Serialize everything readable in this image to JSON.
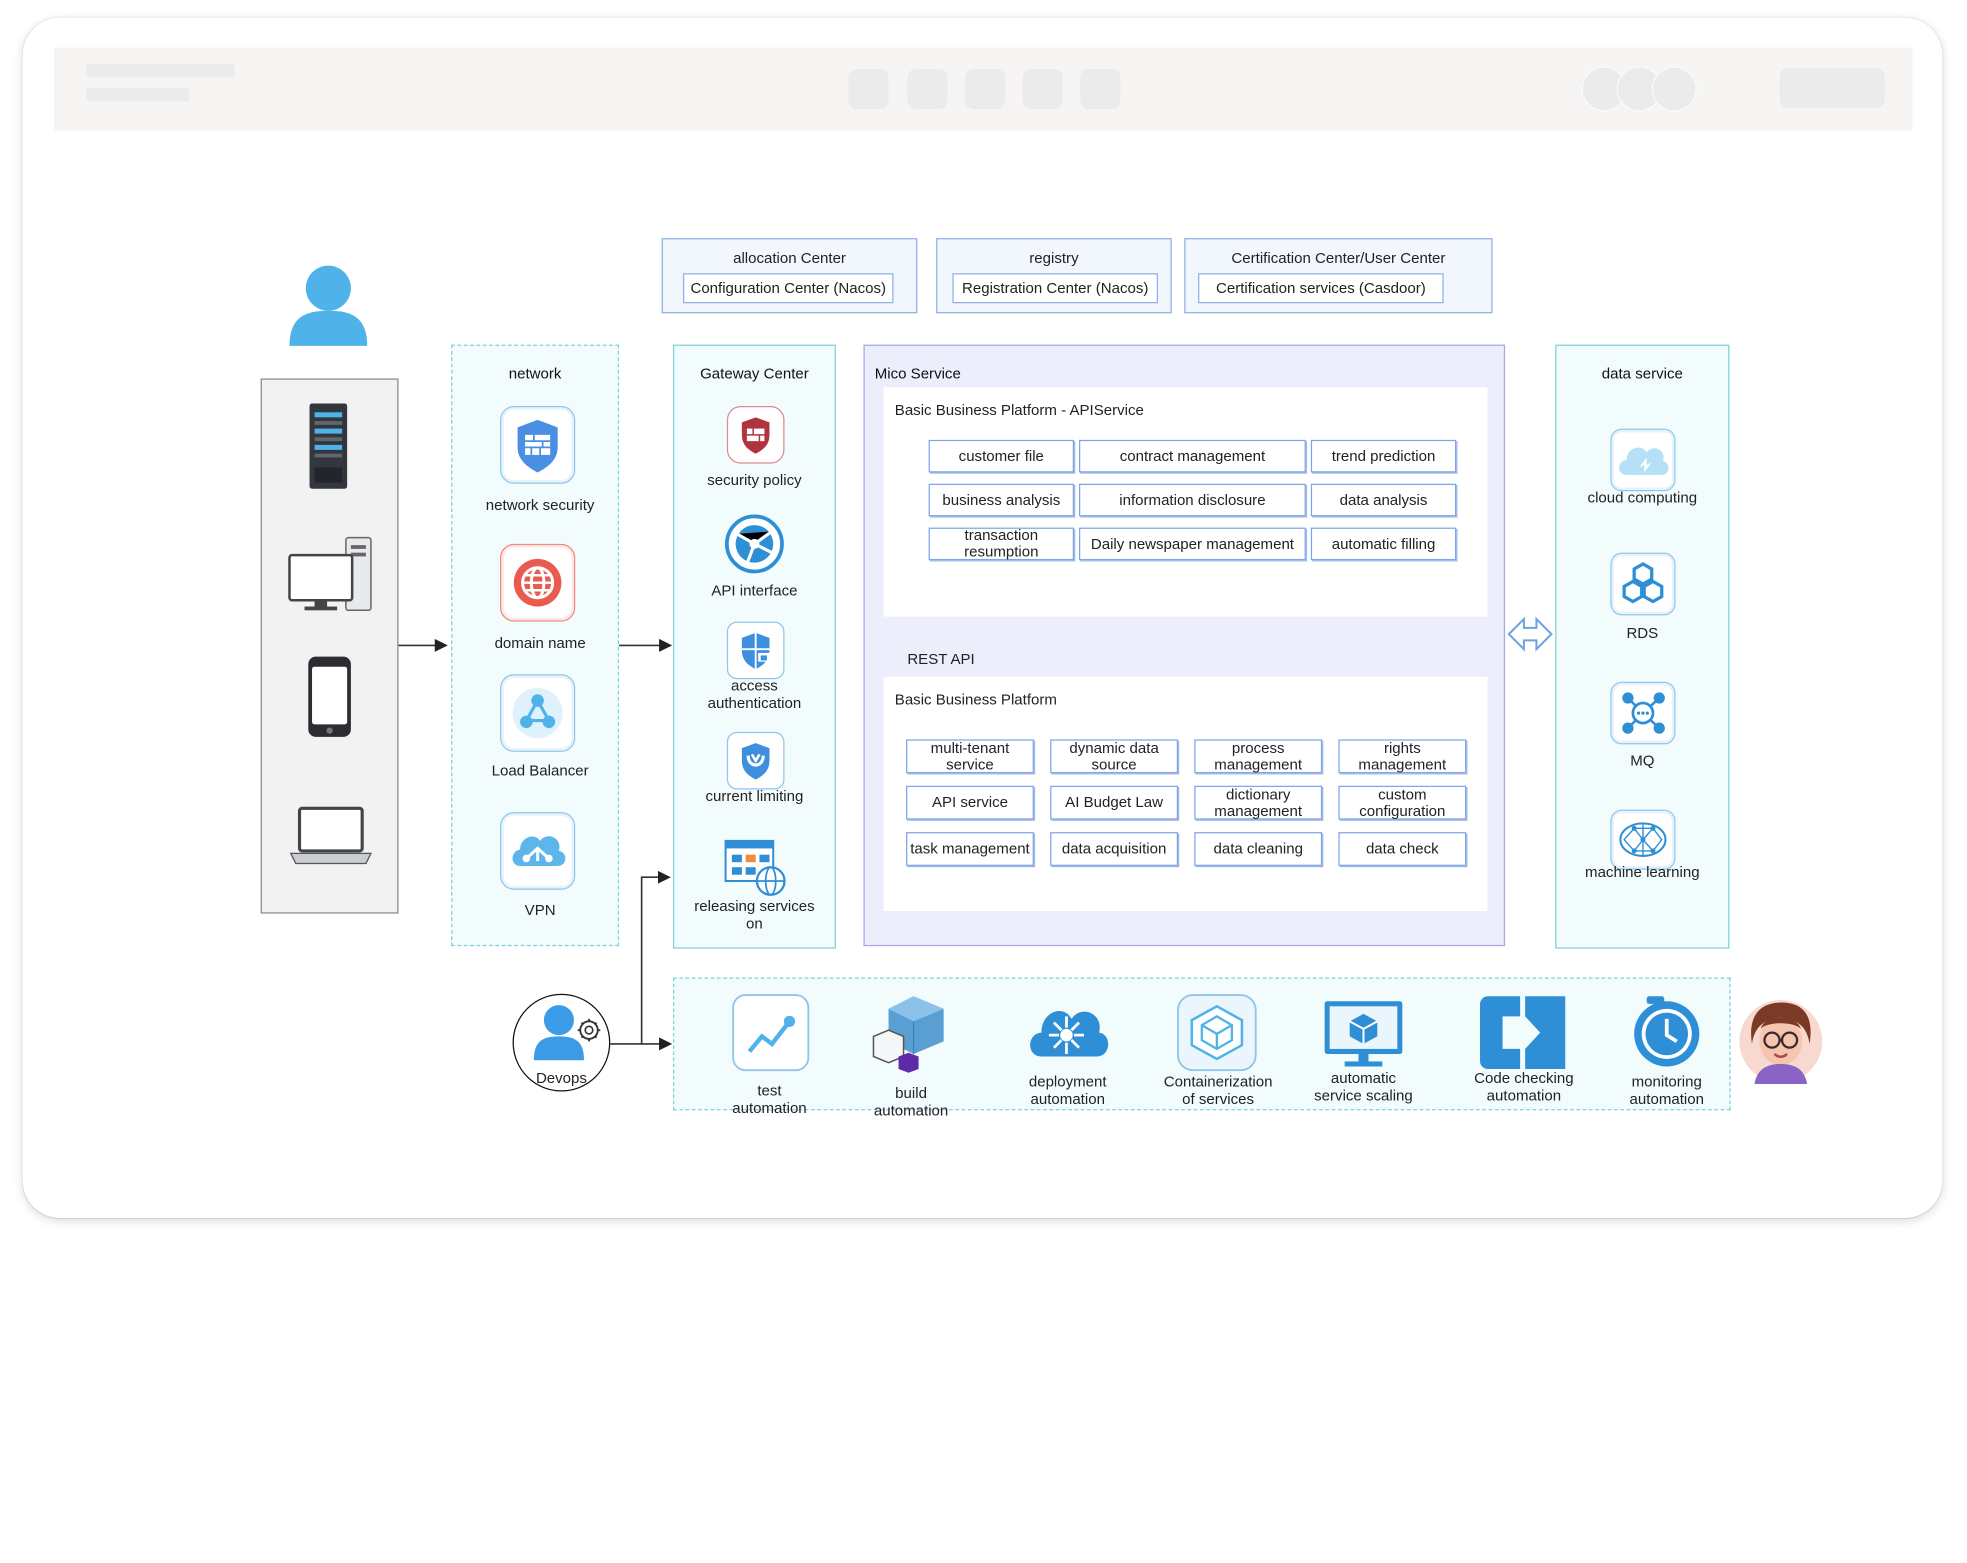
{
  "config_center": {
    "title": "allocation Center",
    "item": "Configuration Center (Nacos)"
  },
  "registry": {
    "title": "registry",
    "item": "Registration Center (Nacos)"
  },
  "cert_center": {
    "title": "Certification Center/User Center",
    "item": "Certification services (Casdoor)"
  },
  "network": {
    "title": "network",
    "items": [
      {
        "label": "network security",
        "icon": "shield-firewall-icon"
      },
      {
        "label": "domain name",
        "icon": "globe-icon"
      },
      {
        "label": "Load Balancer",
        "icon": "load-balancer-icon"
      },
      {
        "label": "VPN",
        "icon": "vpn-cloud-icon"
      }
    ]
  },
  "gateway": {
    "title": "Gateway Center",
    "items": [
      {
        "label": "security policy",
        "icon": "security-policy-icon"
      },
      {
        "label": "API interface",
        "icon": "api-network-icon"
      },
      {
        "label": "access authentication",
        "icon": "auth-shield-icon"
      },
      {
        "label": "current limiting",
        "icon": "rate-limit-icon"
      },
      {
        "label": "releasing services on",
        "icon": "release-services-icon"
      }
    ]
  },
  "mico": {
    "title": "Mico Service",
    "api_platform": {
      "title": "Basic Business Platform - APIService",
      "items": [
        "customer file",
        "contract management",
        "trend prediction",
        "business analysis",
        "information disclosure",
        "data analysis",
        "transaction resumption",
        "Daily newspaper management",
        "automatic filling"
      ]
    },
    "rest_label": "REST API",
    "basic_platform": {
      "title": "Basic Business Platform",
      "items": [
        "multi-tenant service",
        "dynamic data source",
        "process management",
        "rights management",
        "API service",
        "AI Budget Law",
        "dictionary management",
        "custom configuration",
        "task management",
        "data acquisition",
        "data cleaning",
        "data check"
      ]
    }
  },
  "data_service": {
    "title": "data service",
    "items": [
      {
        "label": "cloud computing",
        "icon": "cloud-icon"
      },
      {
        "label": "RDS",
        "icon": "rds-hexagon-icon"
      },
      {
        "label": "MQ",
        "icon": "mq-icon"
      },
      {
        "label": "machine learning",
        "icon": "machine-learning-icon"
      }
    ]
  },
  "devops": {
    "label": "Devops",
    "items": [
      {
        "label": "test automation",
        "icon": "chart-line-icon"
      },
      {
        "label": "build automation",
        "icon": "cubes-icon"
      },
      {
        "label": "deployment automation",
        "icon": "deploy-cloud-icon"
      },
      {
        "label": "Containerization of services",
        "icon": "container-icon"
      },
      {
        "label": "automatic service scaling",
        "icon": "monitor-cube-icon"
      },
      {
        "label": "Code checking automation",
        "icon": "code-check-icon"
      },
      {
        "label": "monitoring automation",
        "icon": "clock-monitor-icon"
      }
    ]
  },
  "clients": [
    "server-icon",
    "desktop-icon",
    "phone-icon",
    "laptop-icon"
  ],
  "colors": {
    "accent": "#4fb3ea",
    "panel_border": "#7fd1d8",
    "box_border": "#7fa6e8",
    "mico_bg": "#eceefb"
  }
}
